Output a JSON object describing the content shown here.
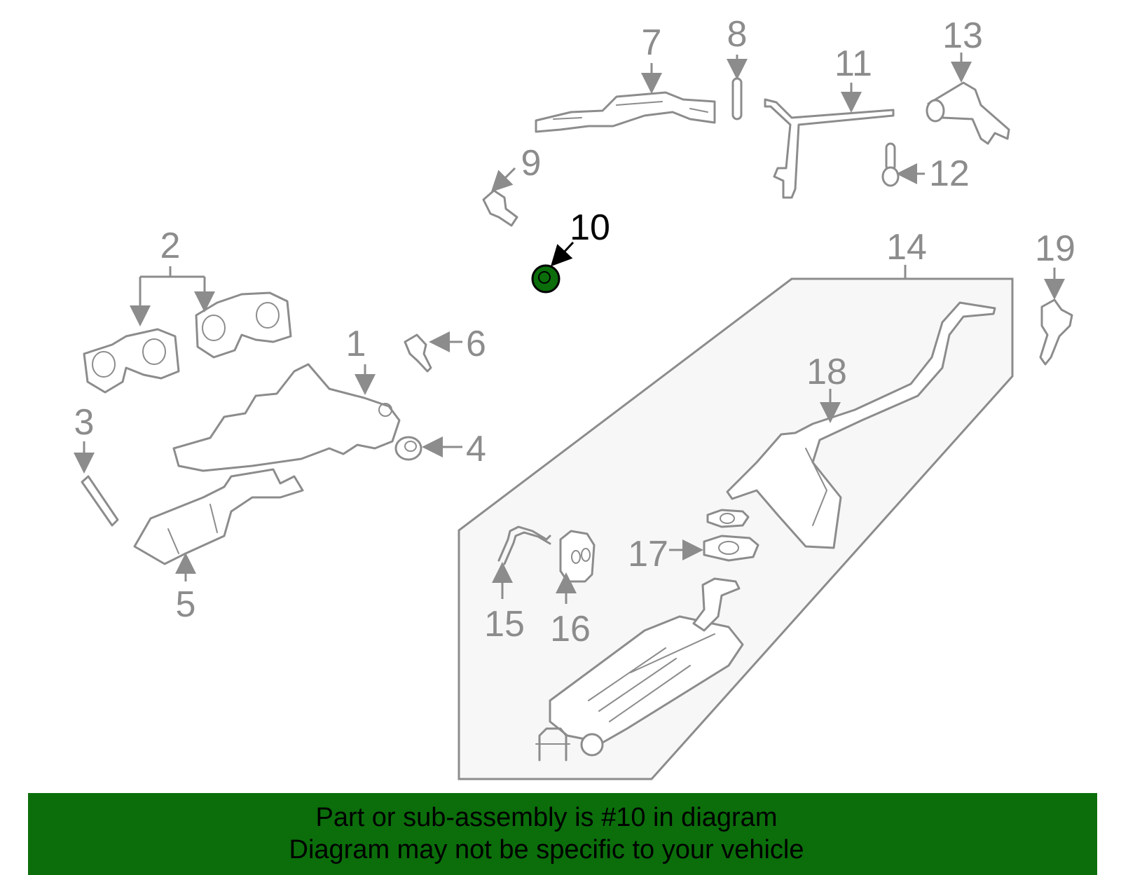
{
  "diagram": {
    "callouts": [
      "1",
      "2",
      "3",
      "4",
      "5",
      "6",
      "7",
      "8",
      "9",
      "10",
      "11",
      "12",
      "13",
      "14",
      "15",
      "16",
      "17",
      "18",
      "19"
    ],
    "highlighted_callout": "10",
    "highlight_color": "#0b6e0b",
    "part_color": "#8c8c8c"
  },
  "banner": {
    "line1": "Part or sub-assembly is #10 in diagram",
    "line2": "Diagram may not be specific to your vehicle",
    "background": "#0b6e0b"
  }
}
